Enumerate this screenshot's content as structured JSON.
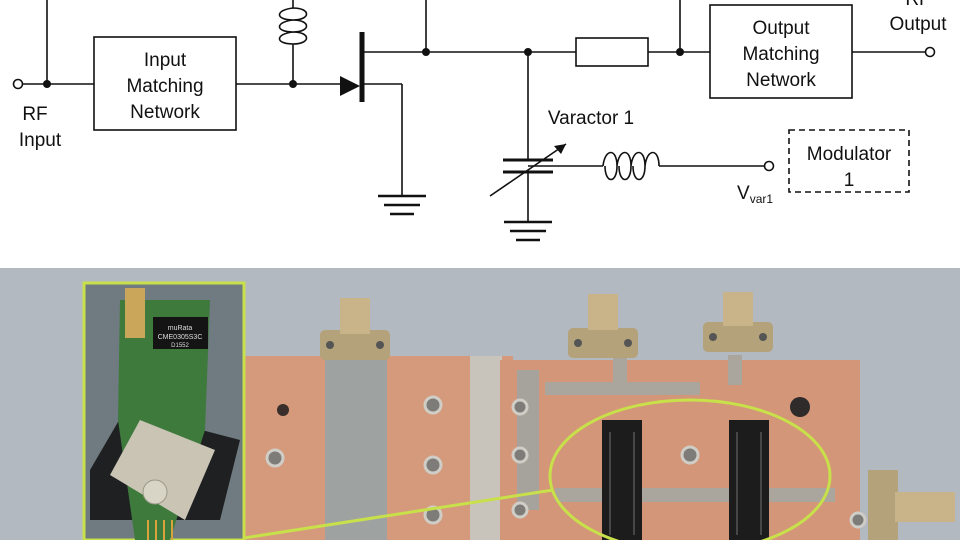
{
  "schematic": {
    "rf_input": [
      "RF",
      "Input"
    ],
    "rf_output": [
      "RF",
      "Output"
    ],
    "input_network": [
      "Input",
      "Matching",
      "Network"
    ],
    "output_network": [
      "Output",
      "Matching",
      "Network"
    ],
    "varactor_label": "Varactor 1",
    "vvar_main": "V",
    "vvar_sub": "var1",
    "modulator": [
      "Modulator",
      "1"
    ]
  },
  "photo": {
    "inset_part_marking": "CME0305S3C",
    "inset_part_code": "D1552",
    "inset_brand": "muRata"
  },
  "colors": {
    "line": "#111111",
    "callout": "#c8e04a",
    "copper": "#d59a7c",
    "backdrop": "#b3b9c0"
  }
}
